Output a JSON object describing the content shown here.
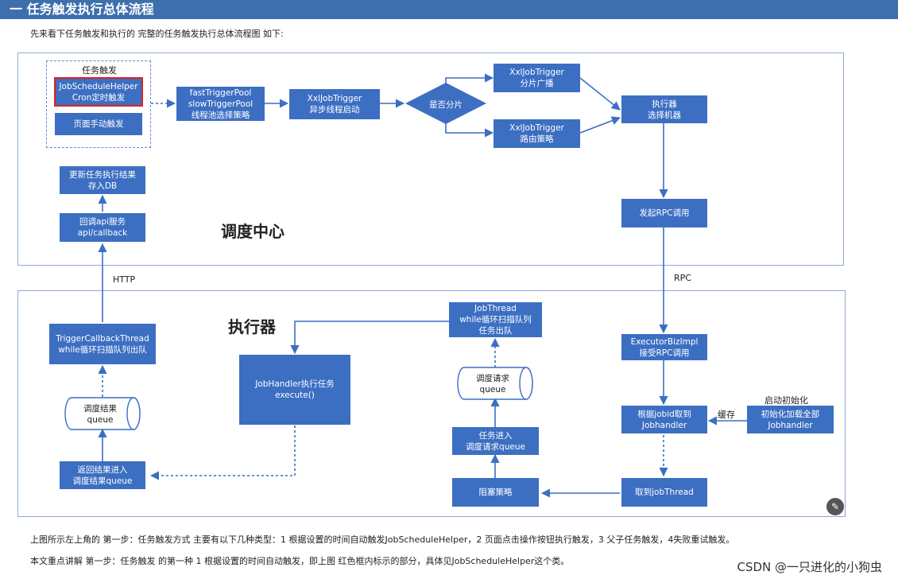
{
  "header": {
    "title": "一 任务触发执行总体流程"
  },
  "intro_text": "先来看下任务触发和执行的 完整的任务触发执行总体流程图 如下:",
  "sections": {
    "scheduler": "调度中心",
    "executor": "执行器"
  },
  "labels": {
    "trigger_group": "任务触发",
    "http": "HTTP",
    "rpc": "RPC",
    "startup_init": "启动初始化",
    "cache": "缓存"
  },
  "boxes": {
    "job_schedule_helper": [
      "JobScheduleHelper",
      "Cron定时触发"
    ],
    "page_manual": [
      "页面手动触发"
    ],
    "trigger_pool": [
      "fastTriggerPool",
      "slowTriggerPool",
      "线程池选择策略"
    ],
    "xxl_async": [
      "XxlJobTrigger",
      "异步线程启动"
    ],
    "decision": [
      "是否分片"
    ],
    "xxl_shard": [
      "XxlJobTrigger",
      "分片广播"
    ],
    "xxl_route": [
      "XxlJobTrigger",
      "路由策略"
    ],
    "select_machine": [
      "执行器",
      "选择机器"
    ],
    "rpc_call": [
      "发起RPC调用"
    ],
    "update_result": [
      "更新任务执行结果",
      "存入DB"
    ],
    "callback_api": [
      "回调api服务",
      "api/callback"
    ],
    "trigger_callback_thread": [
      "TriggerCallbackThread",
      "while循环扫描队列出队"
    ],
    "job_thread": [
      "JobThread",
      "while循环扫描队列",
      "任务出队"
    ],
    "job_handler": [
      "JobHandler执行任务",
      "execute()"
    ],
    "executor_biz_impl": [
      "ExecutorBizImpl",
      "接受RPC调用"
    ],
    "get_job_handler": [
      "根据jobid取到",
      "Jobhandler"
    ],
    "init_load_all": [
      "初始化加载全部",
      "Jobhandler"
    ],
    "enqueue_request": [
      "任务进入",
      "调度请求queue"
    ],
    "block_strategy": [
      "阻塞策略"
    ],
    "get_job_thread": [
      "取到jobThread"
    ],
    "return_result": [
      "返回结果进入",
      "调度结果queue"
    ]
  },
  "queues": {
    "result_queue": [
      "调度结果",
      "queue"
    ],
    "request_queue": [
      "调度请求",
      "queue"
    ]
  },
  "footer": {
    "line1": "上图所示左上角的 第一步：任务触发方式 主要有以下几种类型：1 根据设置的时间自动触发JobScheduleHelper，2 页面点击操作按钮执行触发，3 父子任务触发，4失败重试触发。",
    "line2": "本文重点讲解 第一步：任务触发 的第一种 1 根据设置的时间自动触发，即上图 红色框内标示的部分，具体见JobScheduleHelper这个类。"
  },
  "watermark": "CSDN @一只进化的小狗虫",
  "colors": {
    "box": "#3c6fc2",
    "banner": "#3d6fad",
    "highlight": "#e02020"
  }
}
